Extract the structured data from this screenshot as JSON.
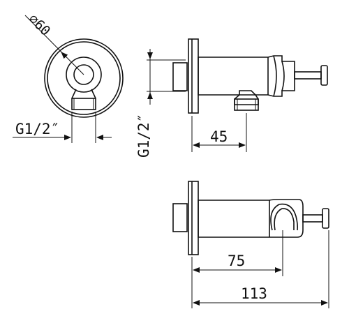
{
  "labels": {
    "diameter": "⌀60",
    "thread_front": "G1/2″",
    "thread_side": "G1/2″",
    "dim_side_outlet": "45",
    "dim_top_holder": "75",
    "dim_top_overall": "113"
  }
}
